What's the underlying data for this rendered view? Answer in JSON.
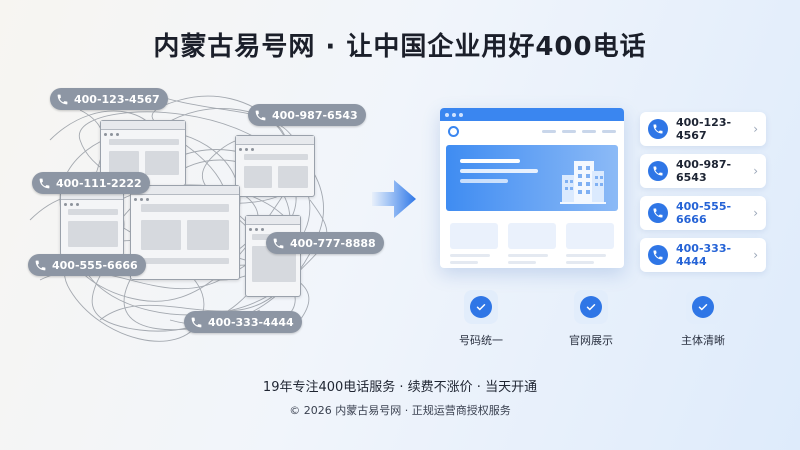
{
  "title": "内蒙古易号网 · 让中国企业用好400电话",
  "messy_numbers": [
    "400-123-4567",
    "400-987-6543",
    "400-111-2222",
    "400-777-8888",
    "400-555-6666",
    "400-333-4444"
  ],
  "phone_list": [
    {
      "number": "400-123-4567",
      "highlight": false
    },
    {
      "number": "400-987-6543",
      "highlight": false
    },
    {
      "number": "400-555-6666",
      "highlight": true
    },
    {
      "number": "400-333-4444",
      "highlight": true
    }
  ],
  "checks": [
    "号码统一",
    "官网展示",
    "主体清晰"
  ],
  "footer": {
    "line1": "19年专注400电话服务 · 续费不涨价 · 当天开通",
    "line2": "© 2026 内蒙古易号网 · 正规运营商授权服务"
  },
  "icons": {
    "phone": "phone-icon",
    "check": "check-icon",
    "arrow": "arrow-right-icon",
    "building": "building-icon",
    "chevron": "chevron-right-icon"
  },
  "colors": {
    "accent": "#2f76e6",
    "pill": "#8d96a4",
    "title": "#1b1f2a"
  }
}
